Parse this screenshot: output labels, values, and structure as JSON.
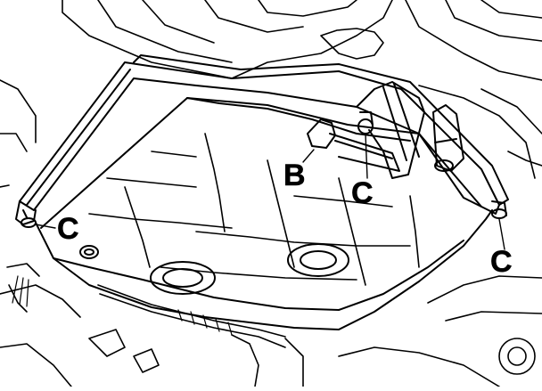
{
  "labels": {
    "b": "B",
    "c_left": "C",
    "c_center": "C",
    "c_right": "C"
  },
  "colors": {
    "ink": "#000000",
    "paper": "#ffffff"
  }
}
